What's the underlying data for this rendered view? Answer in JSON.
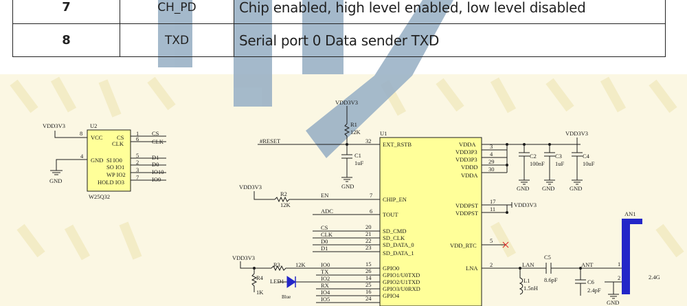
{
  "pin_table": {
    "rows": [
      {
        "num": "7",
        "name": "CH_PD",
        "desc": "Chip enabled, high level enabled, low level disabled"
      },
      {
        "num": "8",
        "name": "TXD",
        "desc": "Serial port 0 Data sender TXD"
      }
    ]
  },
  "colors": {
    "watermark": "#9bb2c6",
    "chip_fill": "#ffff99",
    "antenna": "#2326c8",
    "stripes": "#f3ecc6"
  },
  "flash": {
    "designator": "U2",
    "part": "W25Q32",
    "vcc_net": "VDD3V3",
    "gnd_label": "GND",
    "left_pins": [
      {
        "num": "8",
        "name": "VCC"
      },
      {
        "num": "4",
        "name": "GND"
      }
    ],
    "right_pins": [
      {
        "num": "1",
        "name": "CS",
        "net": "CS"
      },
      {
        "num": "6",
        "name": "CLK",
        "net": "CLK"
      },
      {
        "num": "5",
        "name": "SI IO0",
        "net": "D1"
      },
      {
        "num": "2",
        "name": "SO IO1",
        "net": "D0"
      },
      {
        "num": "3",
        "name": "WP IO2",
        "net": "IO10"
      },
      {
        "num": "7",
        "name": "HOLD IO3",
        "net": "IO9"
      }
    ]
  },
  "mcu": {
    "designator": "U1",
    "left_pins": [
      {
        "num": "32",
        "name": "EXT_RSTB",
        "net": "#RESET"
      },
      {
        "num": "7",
        "name": "CHIP_EN",
        "net": "EN"
      },
      {
        "num": "6",
        "name": "TOUT",
        "net": "ADC"
      },
      {
        "num": "20",
        "name": "SD_CMD",
        "net": "CS"
      },
      {
        "num": "21",
        "name": "SD_CLK",
        "net": "CLK"
      },
      {
        "num": "22",
        "name": "SD_DATA_0",
        "net": "D0"
      },
      {
        "num": "23",
        "name": "SD_DATA_1",
        "net": "D1"
      },
      {
        "num": "15",
        "name": "GPIO0",
        "net": "IO0"
      },
      {
        "num": "26",
        "name": "GPIO1/U0TXD",
        "net": "TX"
      },
      {
        "num": "14",
        "name": "GPIO2/U1TXD",
        "net": "IO2"
      },
      {
        "num": "25",
        "name": "GPIO3/U0RXD",
        "net": "RX"
      },
      {
        "num": "16",
        "name": "GPIO4",
        "net": "IO4"
      },
      {
        "num": "24",
        "name": "",
        "net": "IO5"
      }
    ],
    "right_pins": [
      {
        "num": "",
        "name": "VDDA"
      },
      {
        "num": "3",
        "name": "VDD3P3"
      },
      {
        "num": "4",
        "name": "VDD3P3"
      },
      {
        "num": "29",
        "name": "VDDD"
      },
      {
        "num": "30",
        "name": "VDDA"
      },
      {
        "num": "17",
        "name": "VDDPST"
      },
      {
        "num": "11",
        "name": "VDDPST"
      },
      {
        "num": "5",
        "name": "VDD_RTC"
      },
      {
        "num": "2",
        "name": "LNA"
      }
    ]
  },
  "passives": {
    "r1": {
      "ref": "R1",
      "value": "12K",
      "rail": "VDD3V3"
    },
    "c1": {
      "ref": "C1",
      "value": "1uF",
      "gnd": "GND"
    },
    "r2": {
      "ref": "R2",
      "value": "12K",
      "rail": "VDD3V3"
    },
    "r3": {
      "ref": "R3",
      "value": "12K"
    },
    "r4": {
      "ref": "R4",
      "value": "1K",
      "rail": "VDD3V3"
    },
    "led1": {
      "ref": "LED1",
      "color": "Blue"
    },
    "c2": {
      "ref": "C2",
      "value": "100nF"
    },
    "c3": {
      "ref": "C3",
      "value": "1uF"
    },
    "c4": {
      "ref": "C4",
      "value": "10uF"
    },
    "c5": {
      "ref": "C5",
      "value": "8.6pF"
    },
    "c6": {
      "ref": "C6",
      "value": "2.4pF"
    },
    "l1": {
      "ref": "L1",
      "value": "1.5nH"
    },
    "decap_rail": "VDD3V3",
    "vddpst_net": "VDD3V3",
    "gnd_labels": [
      "GND",
      "GND",
      "GND",
      "GND"
    ],
    "gnd_ant": "GND"
  },
  "rf": {
    "lan": "LAN",
    "ant": "ANT",
    "antenna": "AN1",
    "freq": "2.4G",
    "pin1": "1",
    "pin2": "2"
  }
}
